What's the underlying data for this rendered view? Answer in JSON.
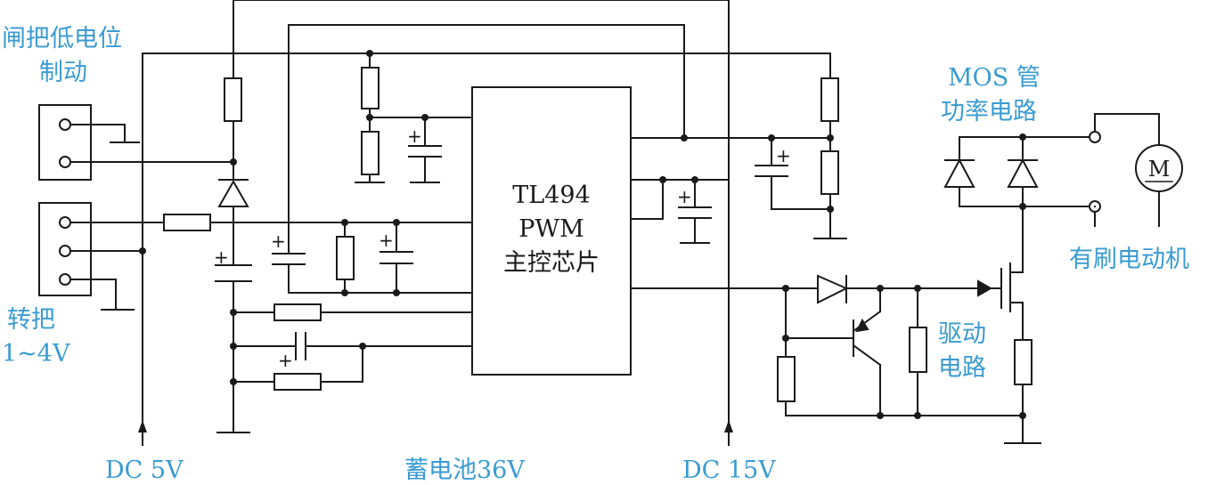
{
  "colors": {
    "line": "#1a1a1a",
    "label": "#3a9bd2"
  },
  "labels": {
    "brake_line1": "闸把低电位",
    "brake_line2": "制动",
    "throttle_line1": "转把",
    "throttle_line2": "1~4V",
    "dc5v": "DC 5V",
    "battery": "蓄电池36V",
    "dc15v": "DC 15V",
    "mos_line1": "MOS 管",
    "mos_line2": "功率电路",
    "motor": "有刷电动机",
    "driver_line1": "驱动",
    "driver_line2": "电路"
  },
  "chip": {
    "line1": "TL494",
    "line2": "PWM",
    "line3": "主控芯片"
  },
  "motor_symbol": "M",
  "icons": [
    "resistor-icon",
    "capacitor-icon",
    "diode-icon",
    "transistor-icon",
    "mosfet-icon",
    "motor-icon",
    "ground-icon",
    "connector-icon"
  ]
}
